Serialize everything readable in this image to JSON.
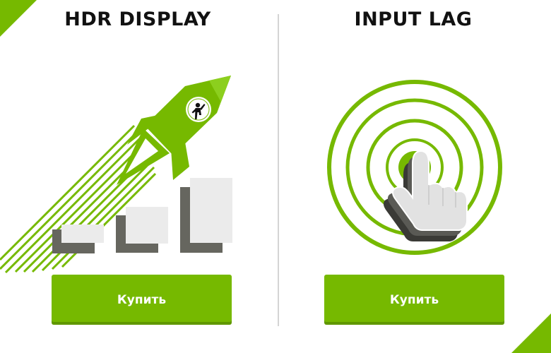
{
  "colors": {
    "accent": "#76b900",
    "accent_dark": "#5f9a00",
    "light_gray": "#ebebeb",
    "dark_gray": "#66665f",
    "divider": "#d4d4d4"
  },
  "panels": [
    {
      "title": "HDR DISPLAY",
      "icon": "rocket-icon",
      "button_label": "Купить"
    },
    {
      "title": "INPUT LAG",
      "icon": "target-pointer-icon",
      "button_label": "Купить"
    }
  ]
}
